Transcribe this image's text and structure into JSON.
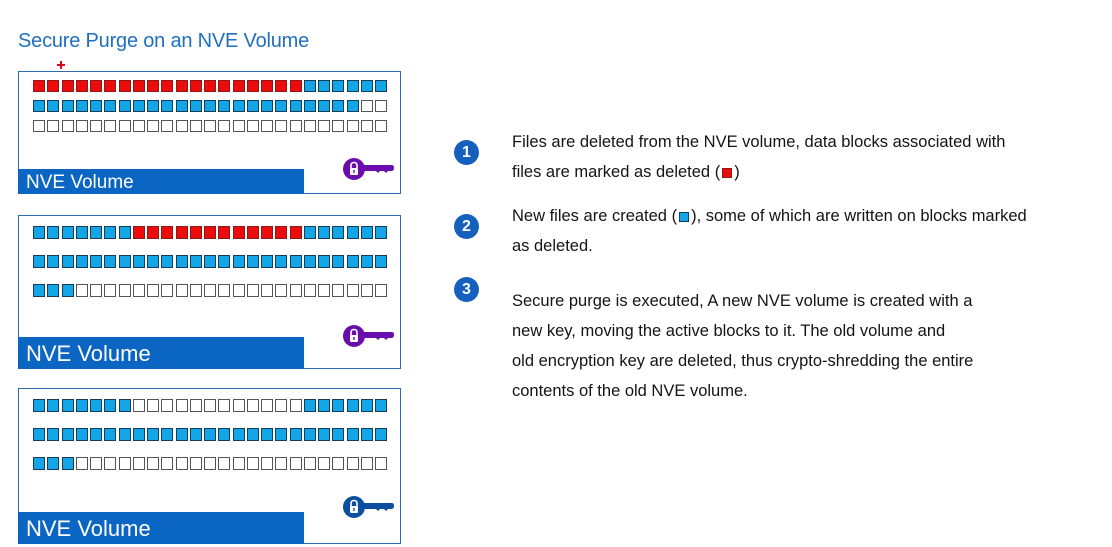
{
  "title": "Secure Purge on an NVE Volume",
  "colors": {
    "deleted": "#ee0b0b",
    "active": "#13a6e6",
    "free": "#ffffff",
    "label_bar": "#0b66c3",
    "old_key": "#6a0dad",
    "new_key": "#0b4fa0",
    "badge": "#1560bd"
  },
  "panels": [
    {
      "label": "NVE Volume",
      "key_icon": "key-icon",
      "key_state": "old",
      "rows": [
        "rrrrrrrrrrrrrrrrrrrbbbbbb",
        "bbbbbbbbbbbbbbbbbbbbbbbww",
        "wwwwwwwwwwwwwwwwwwwwwwwww"
      ]
    },
    {
      "label": "NVE Volume",
      "key_icon": "key-icon",
      "key_state": "old",
      "rows": [
        "bbbbbbbrrrrrrrrrrrrbbbbbb",
        "bbbbbbbbbbbbbbbbbbbbbbbbb",
        "bbbwwwwwwwwwwwwwwwwwwwwww"
      ]
    },
    {
      "label": "NVE Volume",
      "key_icon": "key-icon",
      "key_state": "new",
      "rows": [
        "bbbbbbbwwwwwwwwwwwwbbbbbb",
        "bbbbbbbbbbbbbbbbbbbbbbbbb",
        "bbbwwwwwwwwwwwwwwwwwwwwww"
      ]
    }
  ],
  "steps": [
    {
      "number": "1",
      "line1": "Files are deleted from the NVE volume, data blocks associated with",
      "line2_before": "files are marked as deleted (",
      "swatch": "deleted",
      "line2_after": ")"
    },
    {
      "number": "2",
      "line1_before": "New files are created (",
      "swatch": "active",
      "line1_after": "), some of which are written on blocks marked",
      "line2": "as deleted."
    },
    {
      "number": "3",
      "lines": [
        "Secure purge is executed, A new NVE volume is created with a",
        "new key, moving the active blocks to it.  The old volume and",
        "old encryption key are deleted, thus crypto-shredding the entire",
        "contents of the old NVE volume."
      ]
    }
  ]
}
